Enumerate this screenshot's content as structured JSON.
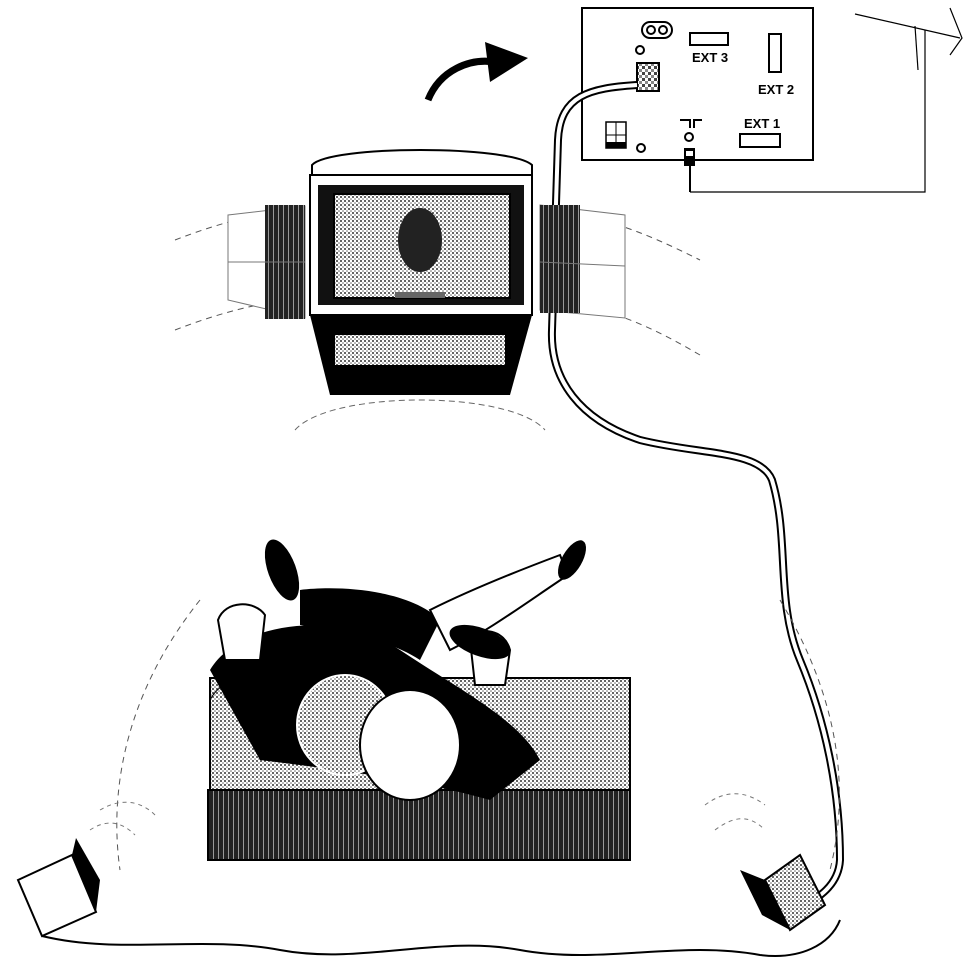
{
  "connector_panel": {
    "labels": {
      "ext3": "EXT 3",
      "ext2": "EXT 2",
      "ext1": "EXT 1"
    }
  },
  "colors": {
    "ink": "#000000",
    "paper": "#ffffff",
    "halftone": "#555555"
  },
  "icons": [
    "arrow-icon",
    "antenna-icon",
    "tv-icon",
    "speaker-icon",
    "person-icon",
    "remote-control-icon",
    "sofa-icon"
  ]
}
